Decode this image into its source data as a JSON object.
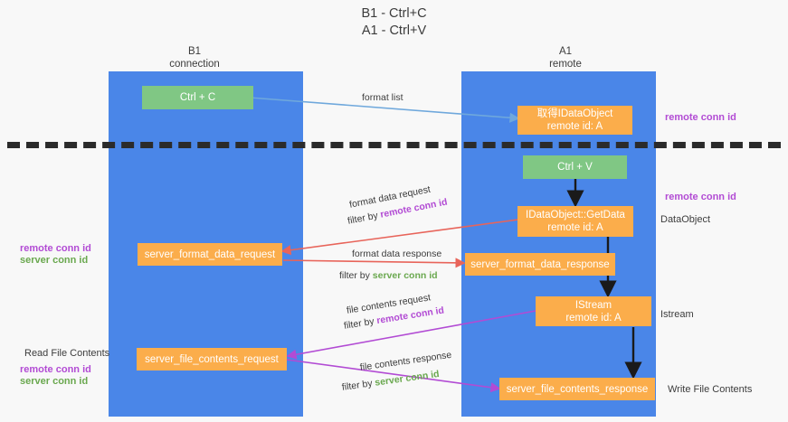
{
  "title": "B1 - Ctrl+C\nA1 - Ctrl+V",
  "columns": [
    {
      "name": "left-column",
      "header": "B1\nconnection"
    },
    {
      "name": "right-column",
      "header": "A1\nremote"
    }
  ],
  "nodes": {
    "ctrl_c": "Ctrl + C",
    "get_idataobject": "取得IDataObject\nremote id: A",
    "ctrl_v": "Ctrl + V",
    "idataobject_getdata": "IDataObject::GetData\nremote id: A",
    "server_format_data_request": "server_format_data_request",
    "server_format_data_response": "server_format_data_response",
    "istream": "IStream\nremote id: A",
    "server_file_contents_request": "server_file_contents_request",
    "server_file_contents_response": "server_file_contents_response"
  },
  "edge_labels": {
    "format_list": "format list",
    "format_data_request": "format data request",
    "filter_by_remote_1_prefix": "filter by ",
    "filter_by_remote_1_key": "remote conn id",
    "format_data_response": "format data response",
    "filter_by_server_1_prefix": "filter by ",
    "filter_by_server_1_key": "server conn id",
    "file_contents_request": "file contents request",
    "filter_by_remote_2_prefix": "filter by ",
    "filter_by_remote_2_key": "remote conn id",
    "file_contents_response": "file contents response",
    "filter_by_server_2_prefix": "filter by ",
    "filter_by_server_2_key": "server conn id"
  },
  "annotations": {
    "right_remote_conn_id_top": "remote conn id",
    "right_remote_conn_id_mid": "remote conn id",
    "right_dataobject": "DataObject",
    "right_istream": "Istream",
    "right_write_file_contents": "Write File Contents",
    "left_remote_conn_id_mid": "remote conn id",
    "left_server_conn_id_mid": "server conn id",
    "left_read_file_contents": "Read File Contents",
    "left_remote_conn_id_low": "remote conn id",
    "left_server_conn_id_low": "server conn id"
  },
  "colors": {
    "lane": "#4a86e8",
    "node_green": "#80c784",
    "node_orange": "#fbad4b",
    "accent_purple": "#b24bd4",
    "accent_green": "#6aa84f",
    "arrow_red": "#e8645a",
    "arrow_magenta": "#b24bd4",
    "arrow_blue": "#6fa8dc",
    "arrow_dark": "#1a1a1a",
    "divider": "#2b2b2b",
    "background": "#f8f8f8"
  }
}
